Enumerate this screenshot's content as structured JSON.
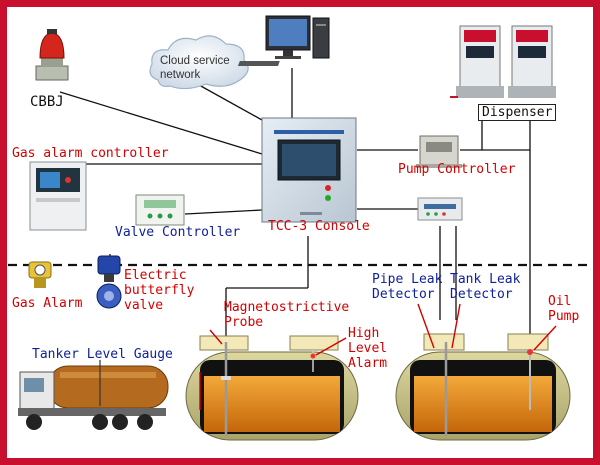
{
  "labels": {
    "cbbj": "CBBJ",
    "cloud": "Cloud service\nnetwork",
    "dispenser": "Dispenser",
    "gas_alarm_controller": "Gas alarm controller",
    "pump_controller": "Pump Controller",
    "valve_controller": "Valve Controller",
    "tcc_console": "TCC-3 Console",
    "gas_alarm": "Gas Alarm",
    "electric_valve": "Electric\nbutterfly\nvalve",
    "magnetostrictive_probe": "Magnetostrictive\nProbe",
    "high_level_alarm": "High\nLevel\nAlarm",
    "pipe_leak_detector": "Pipe Leak\nDetector",
    "tank_leak_detector": "Tank Leak\nDetector",
    "oil_pump": "Oil\nPump",
    "tanker_level_gauge": "Tanker Level Gauge"
  },
  "colors": {
    "frame": "#c8102e",
    "label_red": "#d40000",
    "label_blue": "#10209a",
    "fuel": "#e8890f",
    "tank_shell": "#c9c48a",
    "tanker_body": "#b56b1f"
  },
  "icons": [
    "alarm-beacon-icon",
    "cloud-icon",
    "computer-icon",
    "fuel-dispenser-icon",
    "console-unit-icon",
    "gas-controller-icon",
    "valve-controller-icon",
    "pump-controller-icon",
    "gas-detector-icon",
    "butterfly-valve-icon",
    "tanker-truck-icon",
    "underground-tank-icon"
  ]
}
